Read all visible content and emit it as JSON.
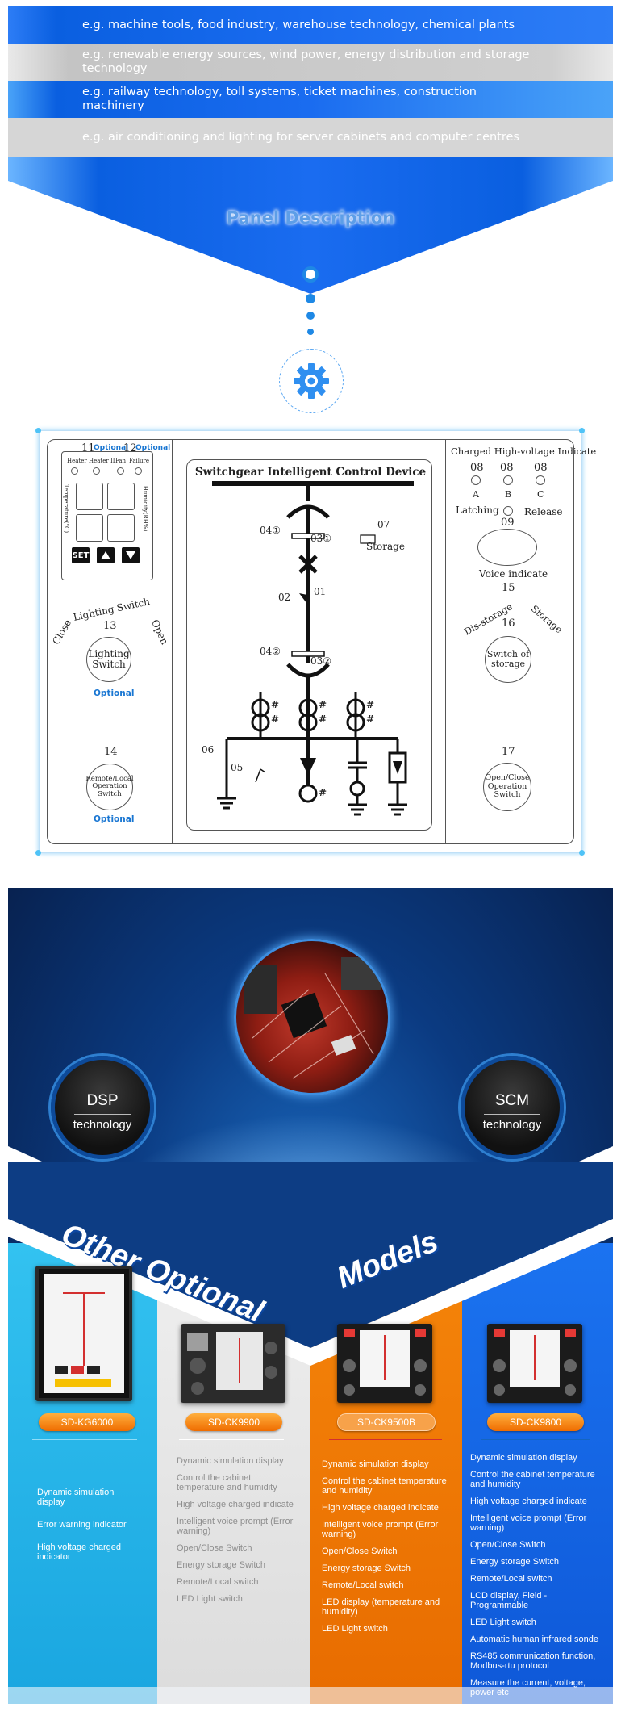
{
  "bands": [
    "e.g. machine tools, food industry, warehouse technology, chemical plants",
    "e.g. renewable energy sources, wind power, energy distribution and storage technology",
    "e.g. railway technology, toll systems, ticket machines, construction machinery",
    "e.g. air conditioning and lighting for server cabinets and computer centres"
  ],
  "panel_title": "Panel Description",
  "panel": {
    "left": {
      "n11": "11",
      "n12": "12",
      "optional": "Optional",
      "heater1": "Heater I",
      "heater2": "Heater II",
      "fan": "Fan",
      "failure": "Failure",
      "temperature": "Temperature(°C)",
      "humidity": "Humidity(RH%)",
      "set": "SET",
      "lighting_arc_close": "Close",
      "lighting_arc_title": "Lighting Switch",
      "lighting_arc_open": "Open",
      "n13": "13",
      "lighting_switch": "Lighting Switch",
      "n14": "14",
      "remote_local": "Remote/Local Operation Switch"
    },
    "center": {
      "title": "Switchgear Intelligent Control Device",
      "l04a": "04①",
      "l03a": "03①",
      "l07": "07",
      "storage": "Storage",
      "l02": "02",
      "l01": "01",
      "l04b": "04②",
      "l03b": "03②",
      "l06": "06",
      "l05": "05",
      "hash": "#"
    },
    "right": {
      "title": "Charged High-voltage Indicate",
      "l08": "08",
      "a": "A",
      "b": "B",
      "c": "C",
      "latching": "Latching",
      "release": "Release",
      "n09": "09",
      "voice": "Voice indicate",
      "n15": "15",
      "dis_storage": "Dis-storage",
      "storage": "Storage",
      "n16": "16",
      "switch_storage": "Switch of storage",
      "n17": "17",
      "open_close": "Open/Close Operation Switch"
    }
  },
  "badges": {
    "dsp": {
      "name": "DSP",
      "sub": "technology"
    },
    "scm": {
      "name": "SCM",
      "sub": "technology"
    }
  },
  "banner": {
    "left": "Other Optional",
    "right": "Models"
  },
  "models": [
    {
      "name": "SD-KG6000",
      "features": [
        "Dynamic simulation display",
        "Error warning indicator",
        "High voltage charged indicator"
      ]
    },
    {
      "name": "SD-CK9900",
      "features": [
        "Dynamic simulation display",
        "Control the cabinet temperature and humidity",
        "High voltage charged indicate",
        "Intelligent voice prompt (Error warning)",
        "Open/Close Switch",
        "Energy storage Switch",
        "Remote/Local switch",
        "LED Light switch"
      ]
    },
    {
      "name": "SD-CK9500B",
      "features": [
        "Dynamic simulation display",
        "Control the cabinet temperature and humidity",
        "High voltage charged indicate",
        "Intelligent voice prompt (Error warning)",
        "Open/Close Switch",
        "Energy storage Switch",
        "Remote/Local switch",
        "LED display (temperature and humidity)",
        "LED Light switch"
      ]
    },
    {
      "name": "SD-CK9800",
      "features": [
        "Dynamic simulation display",
        "Control the cabinet temperature and humidity",
        "High voltage charged indicate",
        "Intelligent voice prompt (Error warning)",
        "Open/Close Switch",
        "Energy storage Switch",
        "Remote/Local switch",
        "LCD display, Field - Programmable",
        "LED Light switch",
        "Automatic human infrared sonde",
        "RS485 communication function, Modbus-rtu protocol",
        "Measure the current, voltage, power etc"
      ]
    }
  ],
  "colors": {
    "blue": "#1a6cf0",
    "cyan": "#2bb6e8",
    "orange": "#ef7a00",
    "panel_blue": "#1976d2"
  }
}
